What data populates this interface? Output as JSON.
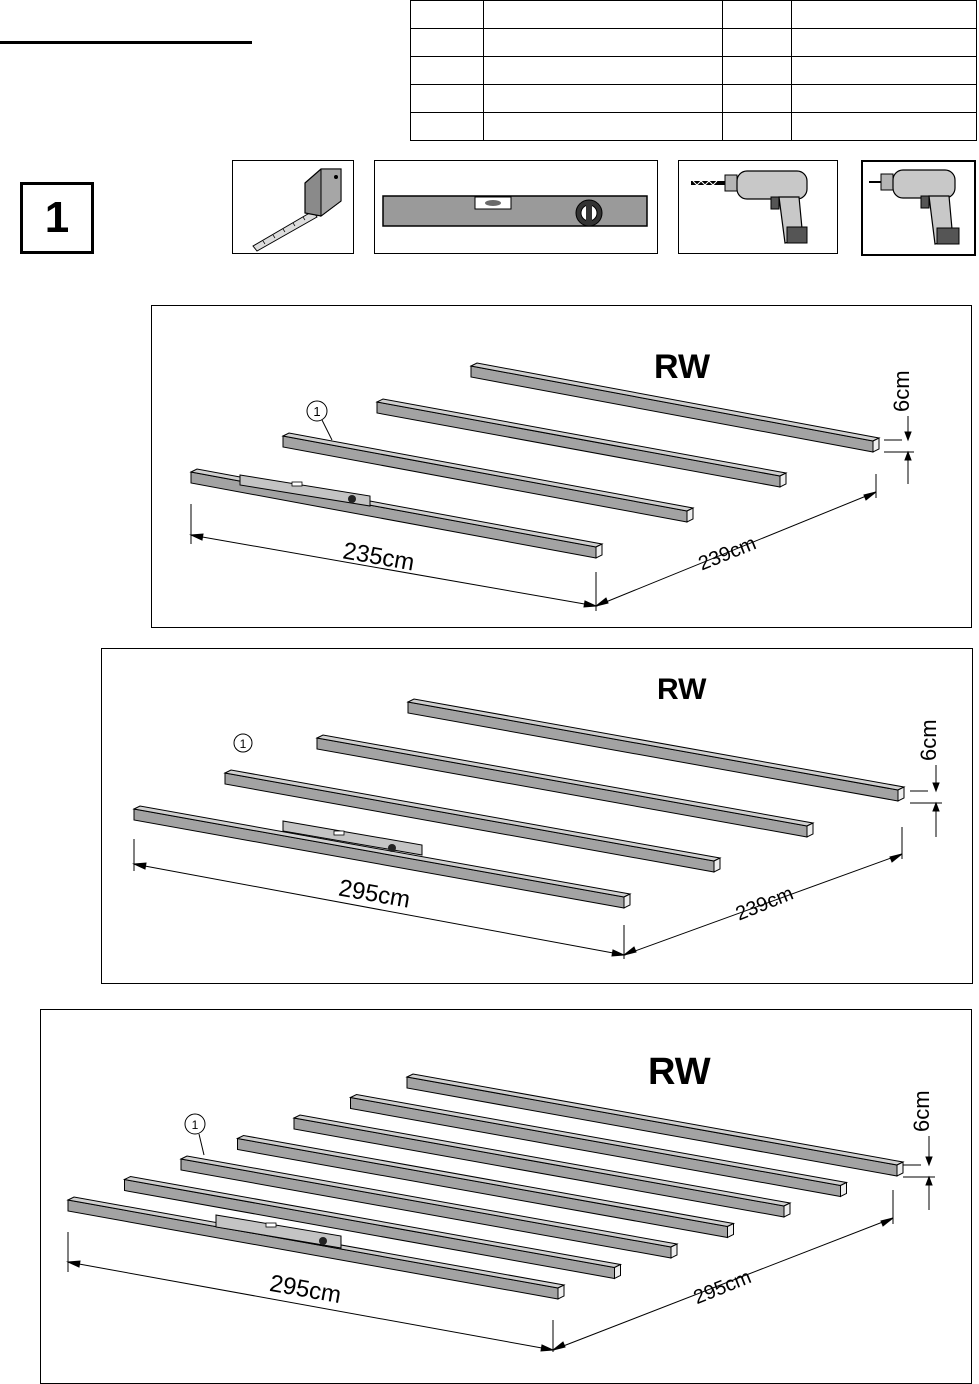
{
  "step": {
    "number": "1"
  },
  "tools": [
    {
      "name": "tape-measure-icon"
    },
    {
      "name": "spirit-level-icon"
    },
    {
      "name": "drill-icon"
    },
    {
      "name": "screwdriver-drill-icon"
    }
  ],
  "diagrams": [
    {
      "label": "RW",
      "length": "235cm",
      "width": "239cm",
      "gap": "6cm",
      "callout": "1",
      "beam_count": 4
    },
    {
      "label": "RW",
      "length": "295cm",
      "width": "239cm",
      "gap": "6cm",
      "callout": "1",
      "beam_count": 4
    },
    {
      "label": "RW",
      "length": "295cm",
      "width": "295cm",
      "gap": "6cm",
      "callout": "1",
      "beam_count": 7
    }
  ]
}
